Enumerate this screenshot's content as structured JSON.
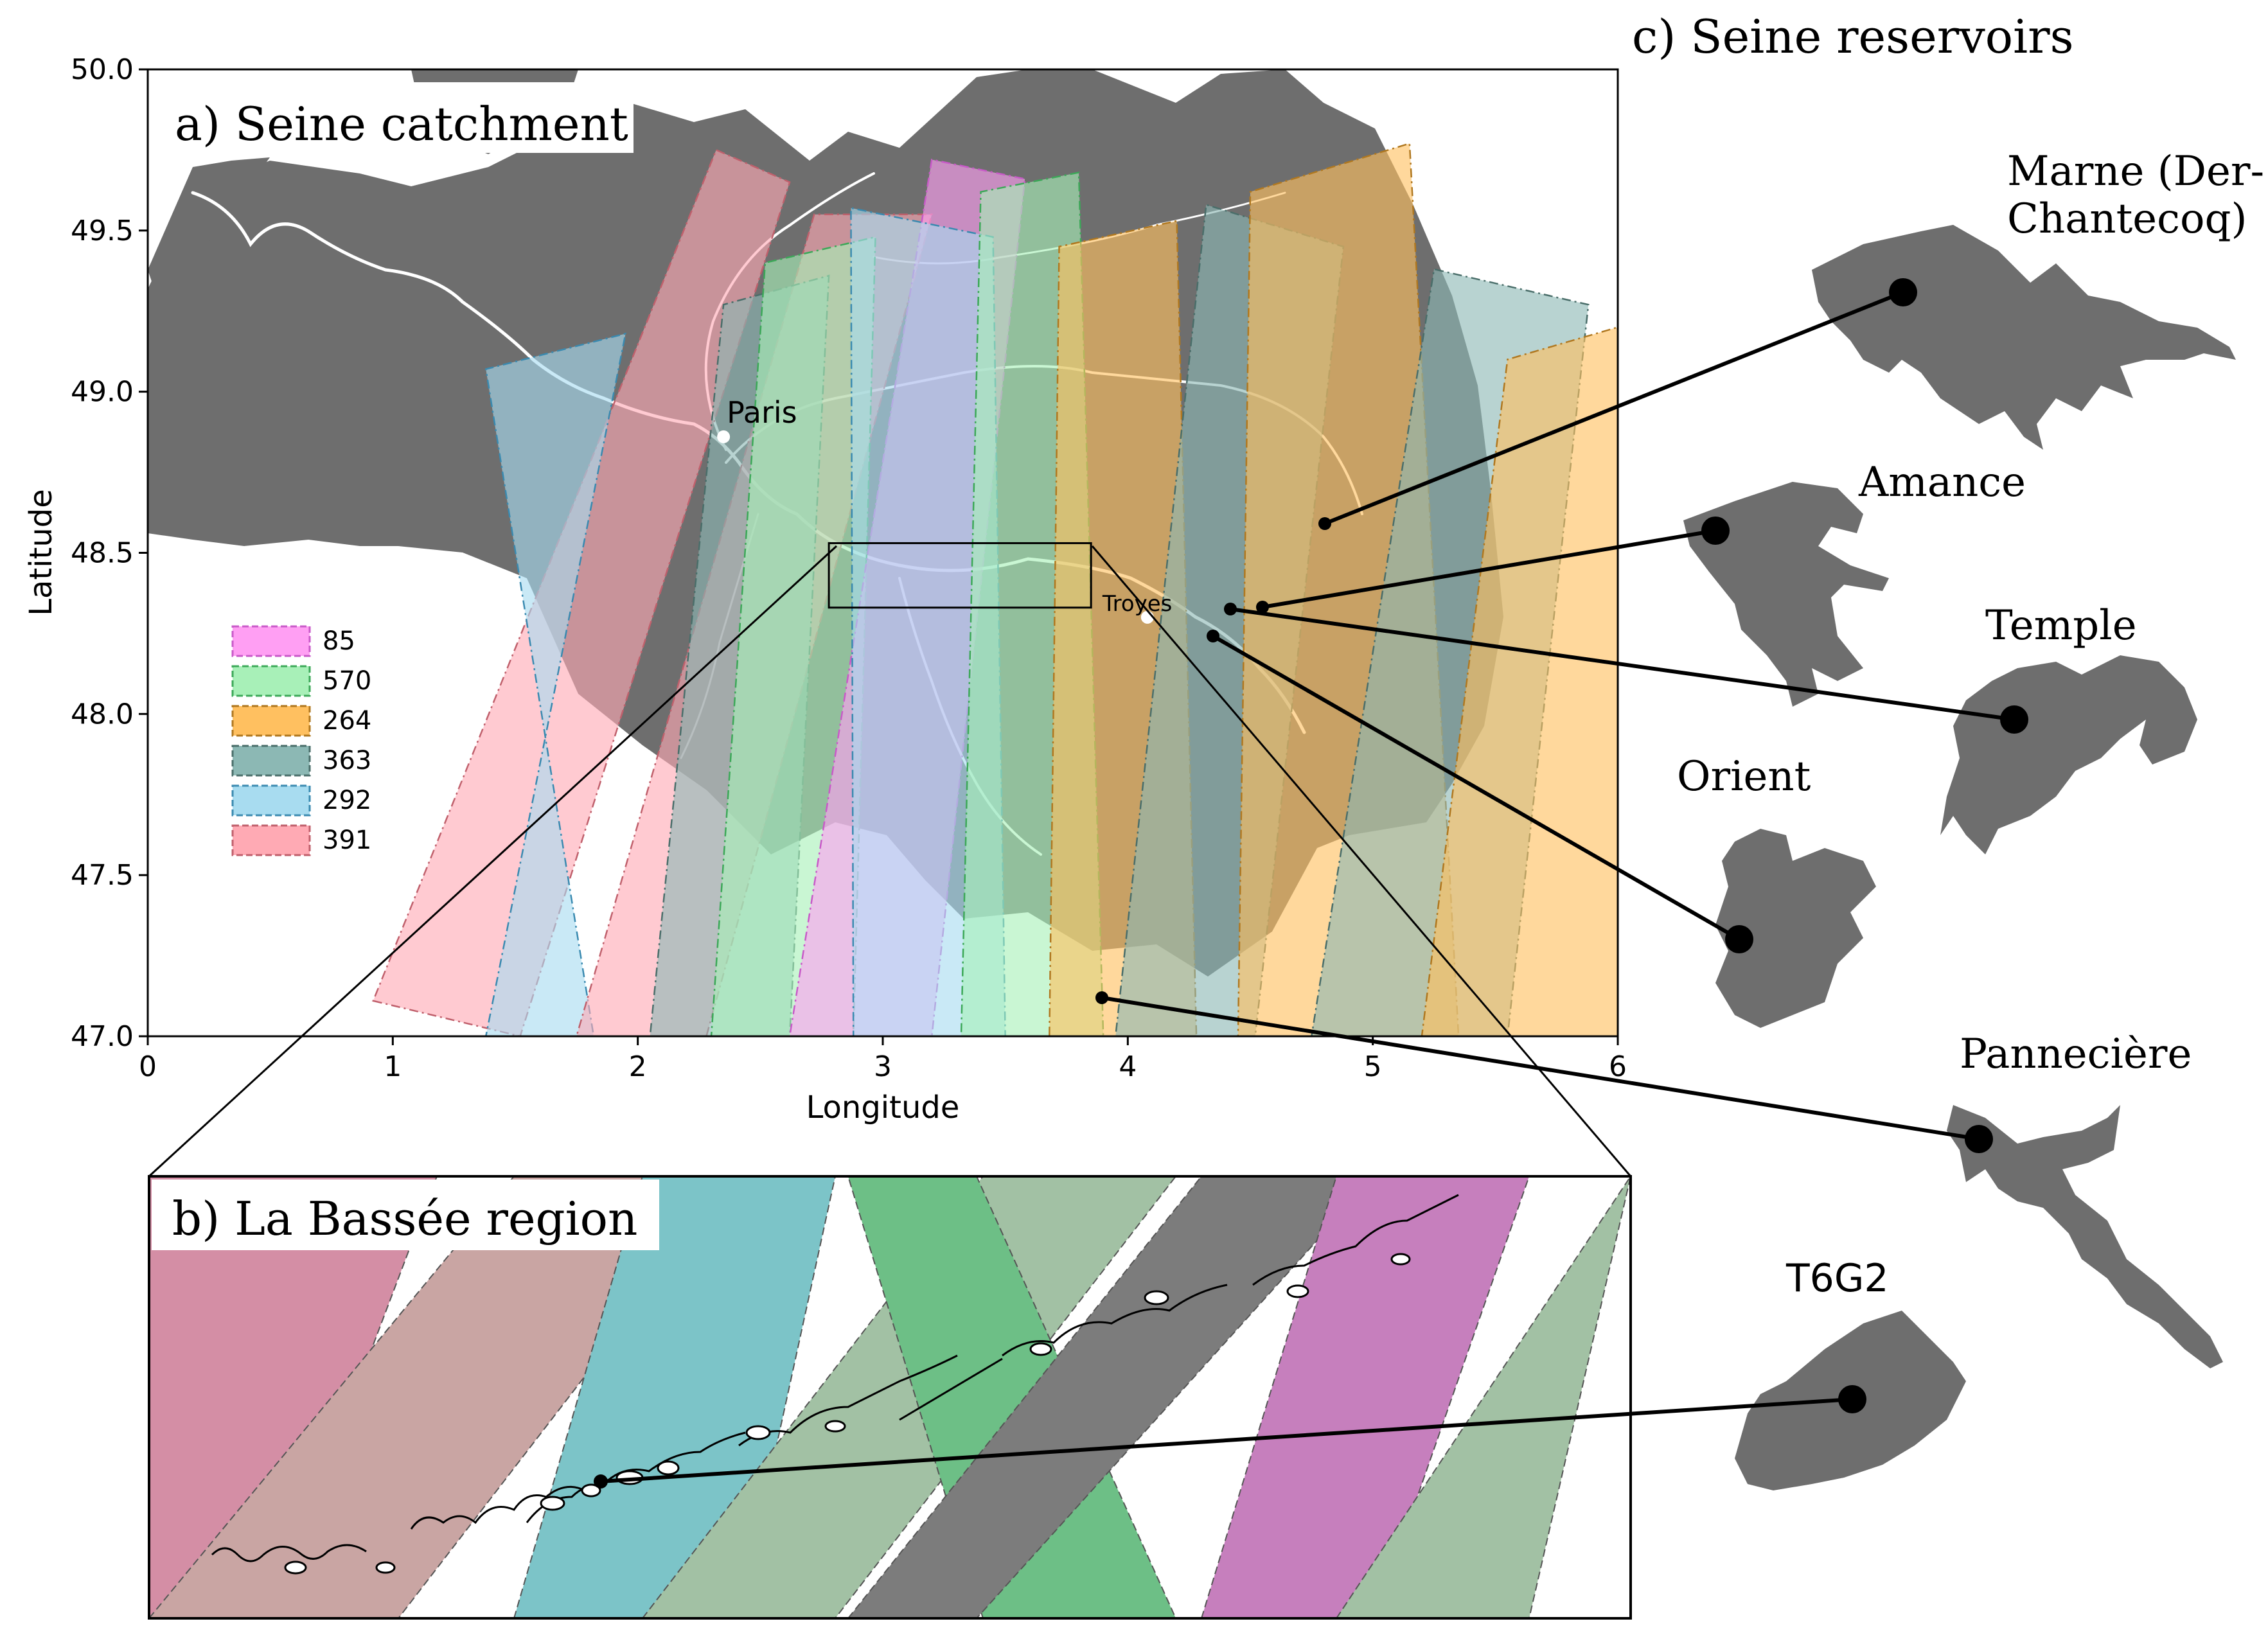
{
  "panel_a": {
    "title": "a) Seine catchment",
    "xlabel": "Longitude",
    "ylabel": "Latitude",
    "xlim": [
      0,
      6
    ],
    "ylim": [
      47.0,
      50.0
    ],
    "xticks": [
      "0",
      "1",
      "2",
      "3",
      "4",
      "5",
      "6"
    ],
    "yticks": [
      "47.0",
      "47.5",
      "48.0",
      "48.5",
      "49.0",
      "49.5",
      "50.0"
    ],
    "cities": [
      {
        "name": "Paris",
        "lon": 2.35,
        "lat": 48.86
      },
      {
        "name": "Troyes",
        "lon": 4.08,
        "lat": 48.3
      }
    ],
    "zoom_box": {
      "lon": [
        2.78,
        3.85
      ],
      "lat": [
        48.33,
        48.53
      ]
    },
    "legend": [
      {
        "label": "85",
        "color": "#ff9ff3",
        "edge": "#c85ac8"
      },
      {
        "label": "570",
        "color": "#a8f0b8",
        "edge": "#3ca858"
      },
      {
        "label": "264",
        "color": "#ffc060",
        "edge": "#b07820"
      },
      {
        "label": "363",
        "color": "#8cb8b4",
        "edge": "#4a6e6a"
      },
      {
        "label": "292",
        "color": "#a8dcf0",
        "edge": "#3a8ab0"
      },
      {
        "label": "391",
        "color": "#ffaab4",
        "edge": "#c0606c"
      }
    ],
    "swaths": [
      {
        "track": "391",
        "corners": [
          [
            0.92,
            47.11
          ],
          [
            1.52,
            47.0
          ],
          [
            2.32,
            49.75
          ],
          [
            2.62,
            49.65
          ]
        ]
      },
      {
        "track": "292",
        "corners": [
          [
            1.38,
            47.0
          ],
          [
            1.82,
            47.0
          ],
          [
            1.95,
            49.18
          ],
          [
            1.38,
            49.07
          ]
        ]
      },
      {
        "track": "391",
        "corners": [
          [
            1.75,
            47.0
          ],
          [
            2.28,
            47.0
          ],
          [
            2.72,
            49.55
          ],
          [
            3.2,
            49.55
          ]
        ]
      },
      {
        "track": "363",
        "corners": [
          [
            2.05,
            47.0
          ],
          [
            2.62,
            47.0
          ],
          [
            2.35,
            49.27
          ],
          [
            2.78,
            49.36
          ]
        ]
      },
      {
        "track": "570",
        "corners": [
          [
            2.3,
            47.0
          ],
          [
            2.88,
            47.0
          ],
          [
            2.52,
            49.4
          ],
          [
            2.97,
            49.48
          ]
        ]
      },
      {
        "track": "85",
        "corners": [
          [
            2.62,
            47.0
          ],
          [
            3.2,
            47.0
          ],
          [
            3.2,
            49.72
          ],
          [
            3.58,
            49.66
          ]
        ]
      },
      {
        "track": "292",
        "corners": [
          [
            2.88,
            47.0
          ],
          [
            3.5,
            47.0
          ],
          [
            2.87,
            49.57
          ],
          [
            3.45,
            49.48
          ]
        ]
      },
      {
        "track": "570",
        "corners": [
          [
            3.32,
            47.0
          ],
          [
            3.9,
            47.0
          ],
          [
            3.4,
            49.62
          ],
          [
            3.8,
            49.68
          ]
        ]
      },
      {
        "track": "264",
        "corners": [
          [
            3.68,
            47.0
          ],
          [
            4.28,
            47.0
          ],
          [
            3.72,
            49.45
          ],
          [
            4.2,
            49.53
          ]
        ]
      },
      {
        "track": "363",
        "corners": [
          [
            3.95,
            47.0
          ],
          [
            4.52,
            47.0
          ],
          [
            4.32,
            49.58
          ],
          [
            4.88,
            49.45
          ]
        ]
      },
      {
        "track": "264",
        "corners": [
          [
            4.45,
            47.0
          ],
          [
            5.35,
            47.0
          ],
          [
            4.5,
            49.62
          ],
          [
            5.15,
            49.77
          ]
        ]
      },
      {
        "track": "363",
        "corners": [
          [
            4.75,
            47.0
          ],
          [
            5.55,
            47.0
          ],
          [
            5.25,
            49.38
          ],
          [
            5.88,
            49.27
          ]
        ]
      },
      {
        "track": "264",
        "corners": [
          [
            5.2,
            47.0
          ],
          [
            6.0,
            47.0
          ],
          [
            5.55,
            49.1
          ],
          [
            6.0,
            49.2
          ]
        ]
      }
    ]
  },
  "panel_b": {
    "title": "b) La Bassée region",
    "stripe_colors": [
      "#d48ea5",
      "#c9a5a3",
      "#7cc4c8",
      "#a2c1a4",
      "#6dbf86",
      "#7c7c7c",
      "#c67fbd",
      "#a2c1a4"
    ]
  },
  "panel_c": {
    "title": "c) Seine reservoirs",
    "reservoirs": [
      {
        "name": "Marne (Der-\nChantecoq)",
        "lines": [
          "Marne (Der-",
          "Chantecoq)"
        ]
      },
      {
        "name": "Amance"
      },
      {
        "name": "Temple"
      },
      {
        "name": "Orient"
      },
      {
        "name": "Pannecière"
      },
      {
        "name": "T6G2"
      }
    ]
  },
  "colors": {
    "land": "#6e6e6e",
    "river": "#ffffff",
    "axis": "#000000"
  }
}
